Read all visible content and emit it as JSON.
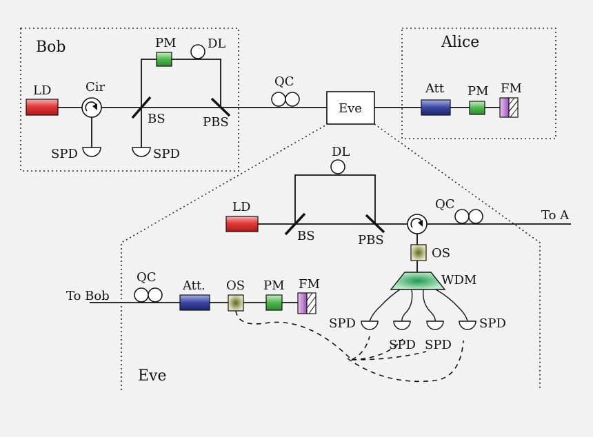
{
  "regions": {
    "bob": "Bob",
    "alice": "Alice",
    "eve": "Eve"
  },
  "bob": {
    "laser": "LD",
    "circulator": "Cir",
    "phase_mod": "PM",
    "delay": "DL",
    "splitter": "BS",
    "pol_splitter": "PBS",
    "detector_1": "SPD",
    "detector_2": "SPD"
  },
  "channel": {
    "quantum_channel": "QC",
    "eve_box": "Eve"
  },
  "alice": {
    "attenuator": "Att",
    "phase_mod": "PM",
    "faraday_mirror": "FM"
  },
  "eve": {
    "delay": "DL",
    "laser": "LD",
    "splitter": "BS",
    "pol_splitter": "PBS",
    "qc_a": "QC",
    "to_a": "To A",
    "switch_right": "OS",
    "wdm": "WDM",
    "to_bob": "To Bob",
    "qc_bob": "QC",
    "attenuator": "Att.",
    "switch_left": "OS",
    "phase_mod": "PM",
    "faraday_mirror": "FM",
    "spd_1": "SPD",
    "spd_2": "SPD",
    "spd_3": "SPD",
    "spd_4": "SPD"
  },
  "colors": {
    "laser": "#e23a3a",
    "phase_mod": "#4fb84f",
    "attenuator": "#3a46a0",
    "faraday": "#b070c0",
    "optical_switch": "#8a8a50",
    "wdm": "#2aa860"
  }
}
